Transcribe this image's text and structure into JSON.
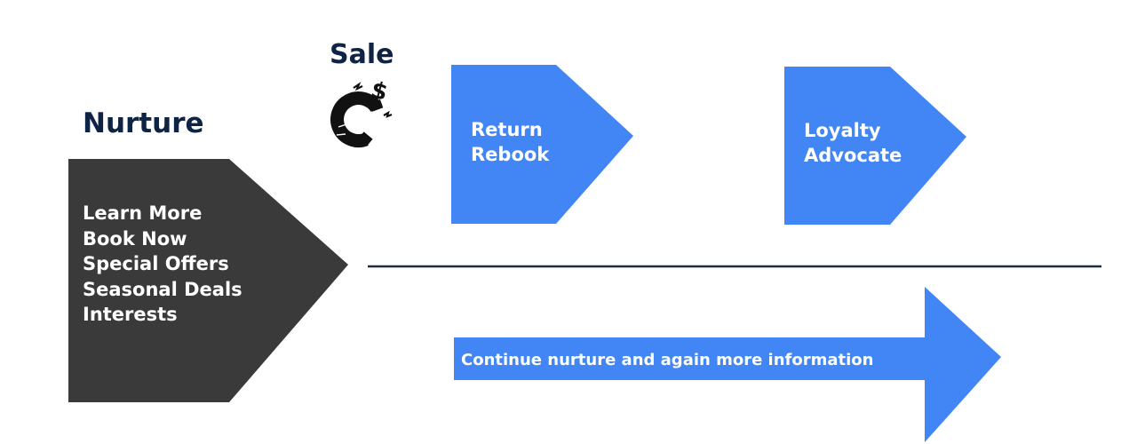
{
  "headings": {
    "nurture": "Nurture",
    "sale": "Sale"
  },
  "nurture_box": {
    "items": [
      "Learn More",
      "Book Now",
      "Special Offers",
      "Seasonal Deals",
      "Interests"
    ]
  },
  "return_box": {
    "lines": [
      "Return",
      "Rebook"
    ]
  },
  "loyalty_box": {
    "lines": [
      "Loyalty",
      "Advocate"
    ]
  },
  "continue_arrow": {
    "label": "Continue nurture and again more information"
  },
  "icons": {
    "sale": "magnet-money-icon"
  },
  "colors": {
    "heading": "#0f2444",
    "dark_shape": "#3a3a3a",
    "blue_shape": "#4285f4",
    "divider": "#1c2c44",
    "shape_text": "#ffffff"
  }
}
